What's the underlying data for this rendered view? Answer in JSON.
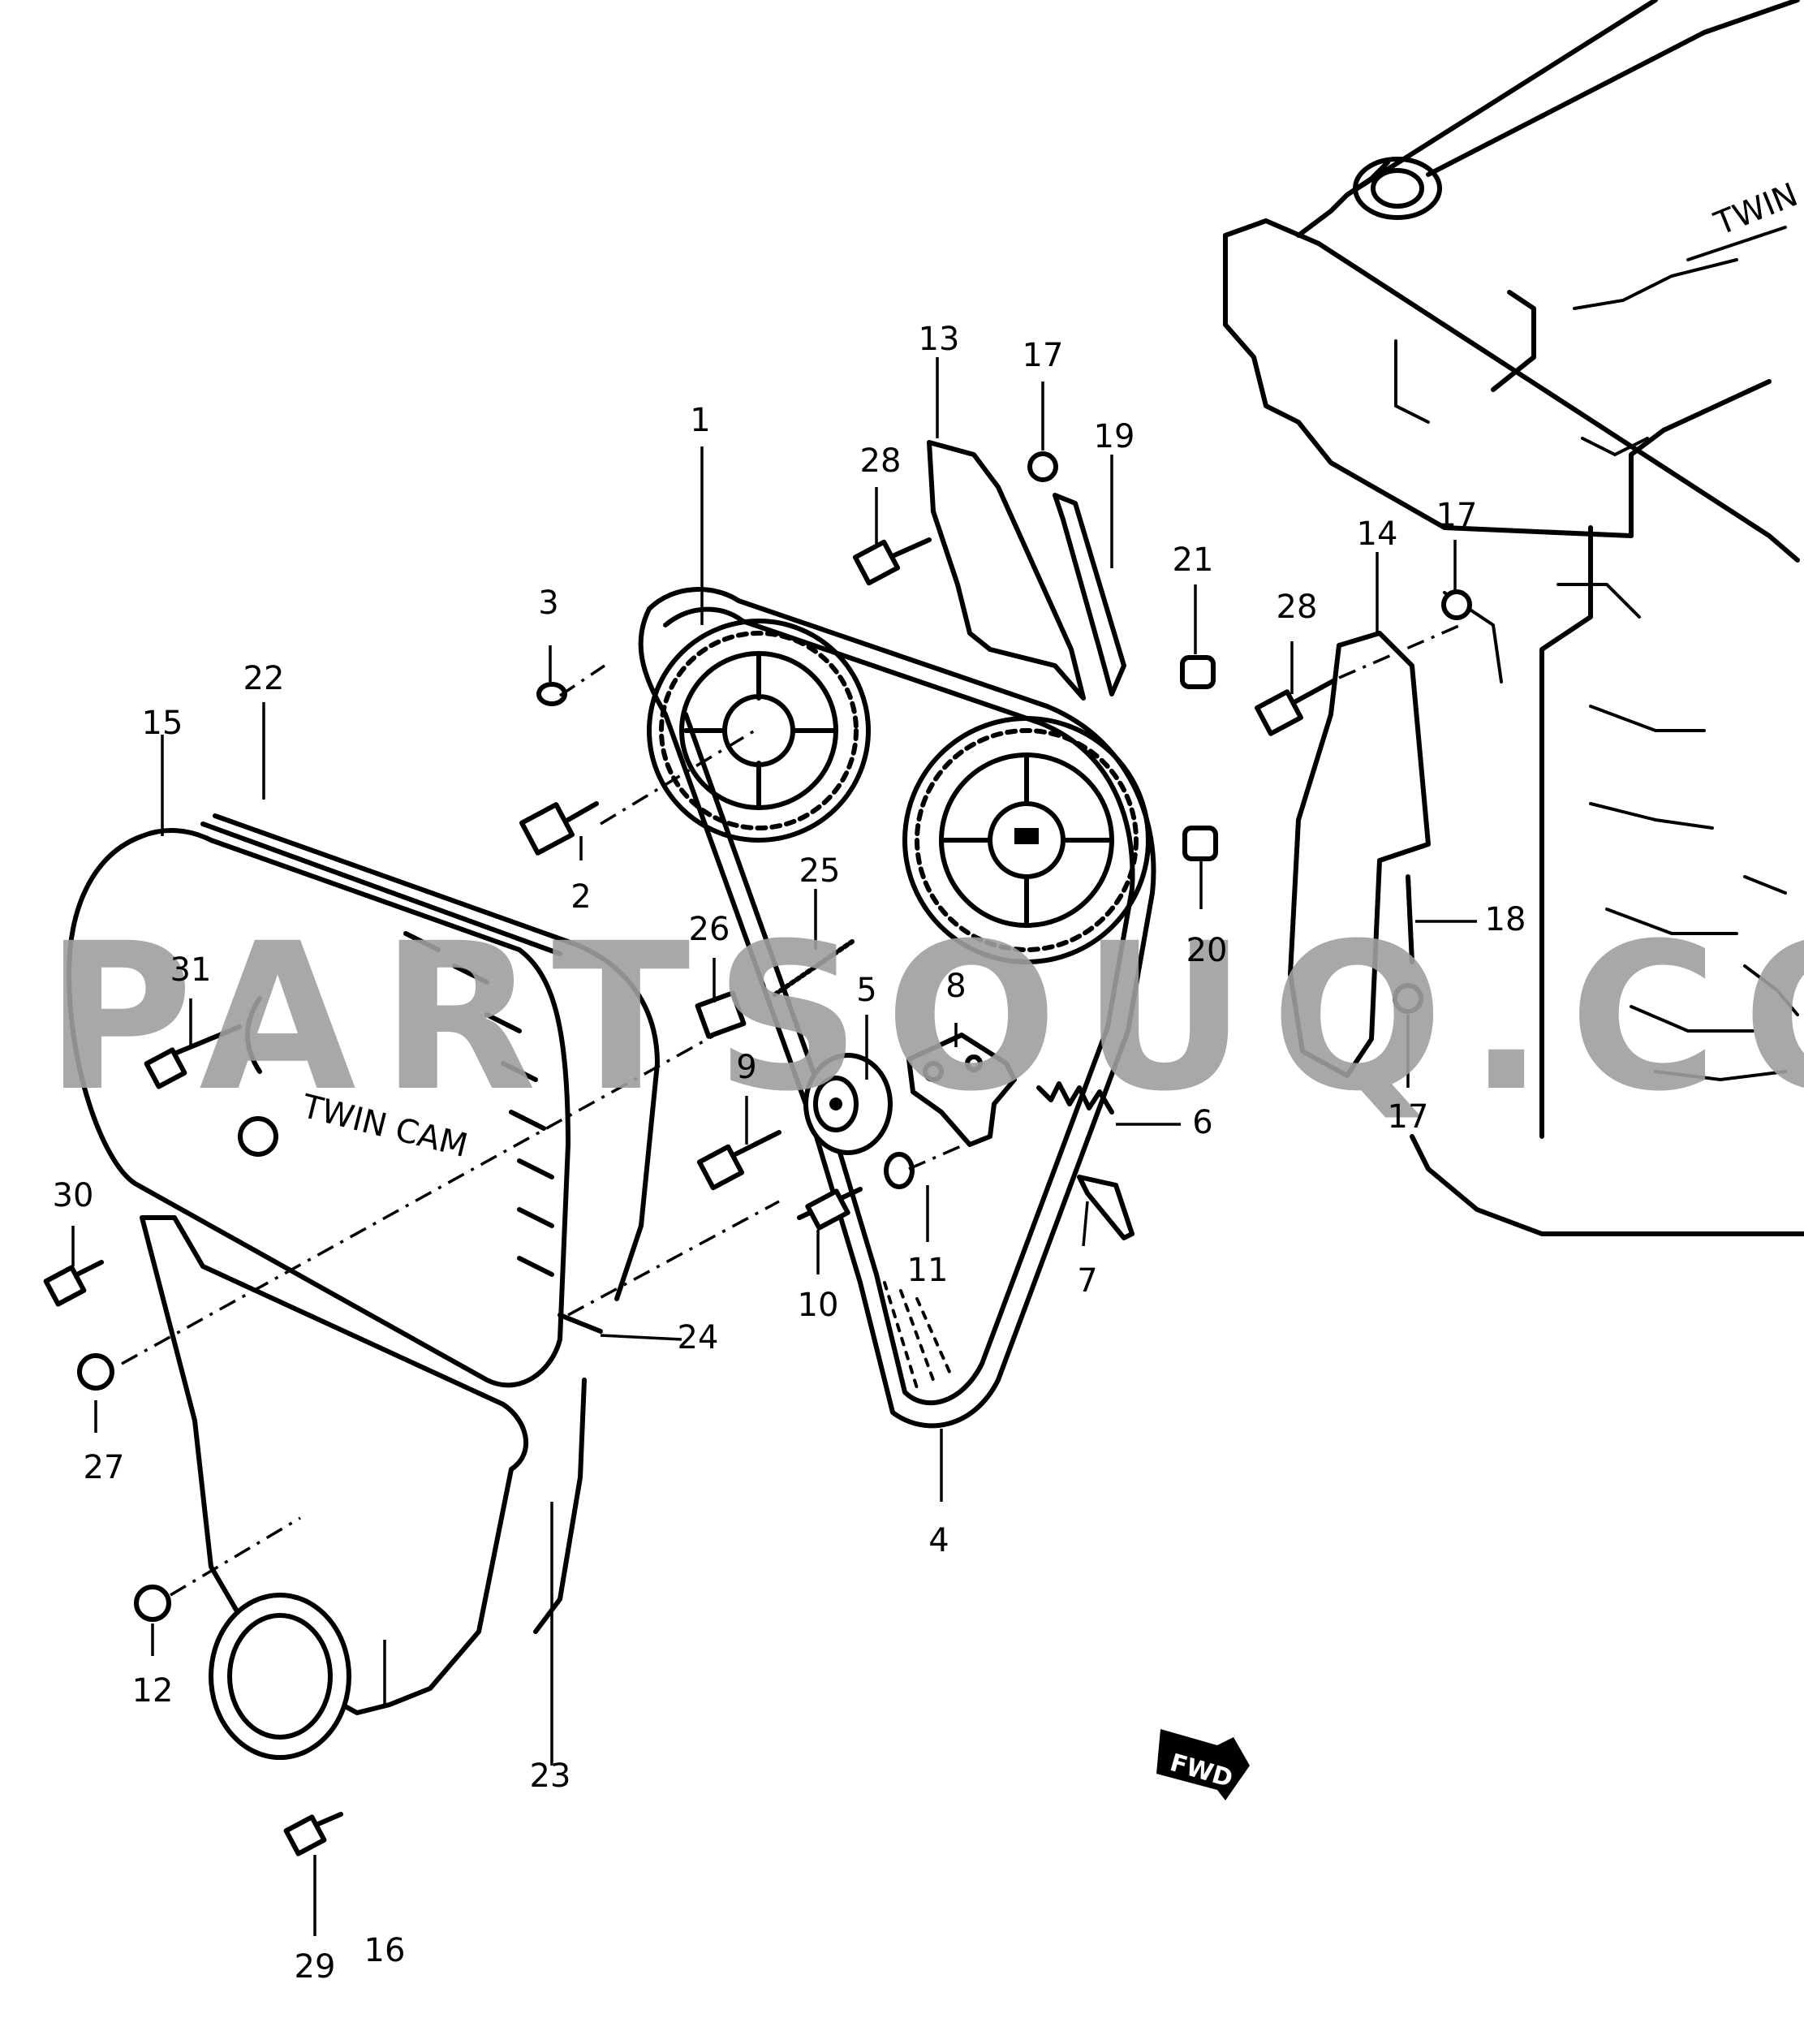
{
  "diagram": {
    "part_labels": {
      "p1": "1",
      "p2": "2",
      "p3": "3",
      "p4": "4",
      "p5": "5",
      "p6": "6",
      "p7": "7",
      "p8": "8",
      "p9": "9",
      "p10": "10",
      "p11": "11",
      "p12": "12",
      "p13": "13",
      "p14": "14",
      "p15": "15",
      "p16": "16",
      "p17": "17",
      "p18": "18",
      "p19": "19",
      "p20": "20",
      "p21": "21",
      "p22": "22",
      "p23": "23",
      "p24": "24",
      "p25": "25",
      "p26": "26",
      "p27": "27",
      "p28": "28",
      "p29": "29",
      "p30": "30",
      "p31": "31"
    },
    "cover_text": "TWIN CAM",
    "fwd_badge": "FWD",
    "watermark": "PARTSOUQ.COM"
  }
}
